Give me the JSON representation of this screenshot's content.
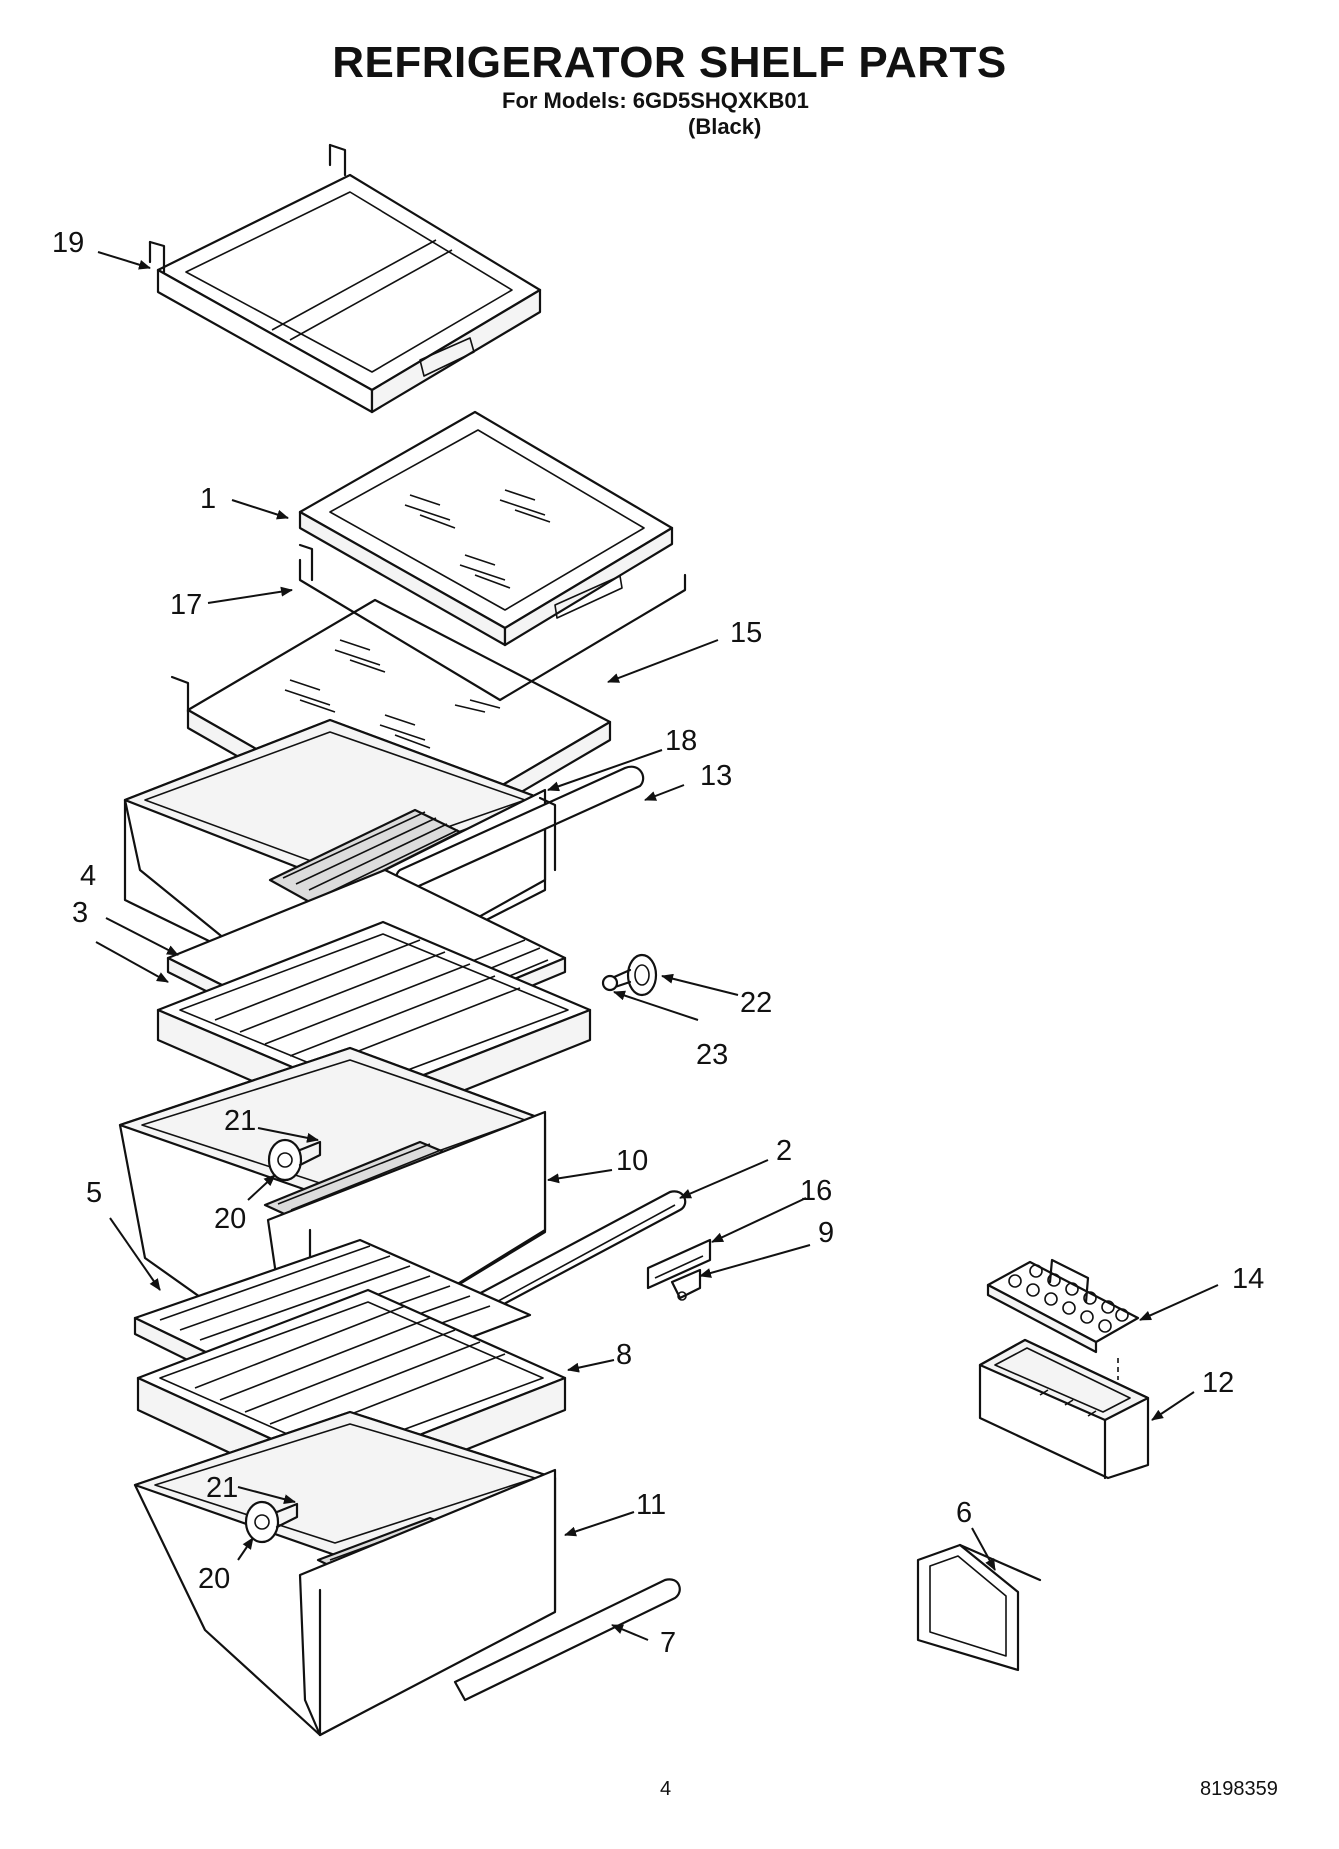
{
  "header": {
    "title": "REFRIGERATOR SHELF PARTS",
    "models_line": "For Models: 6GD5SHQXKB01",
    "color_line": "(Black)"
  },
  "footer": {
    "page_number": "4",
    "doc_number": "8198359"
  },
  "callouts": {
    "c19": "19",
    "c1": "1",
    "c17": "17",
    "c15": "15",
    "c18": "18",
    "c13": "13",
    "c4": "4",
    "c3": "3",
    "c22": "22",
    "c23": "23",
    "c21a": "21",
    "c20a": "20",
    "c10": "10",
    "c2": "2",
    "c16": "16",
    "c9": "9",
    "c5": "5",
    "c8": "8",
    "c14": "14",
    "c12": "12",
    "c21b": "21",
    "c20b": "20",
    "c11": "11",
    "c6": "6",
    "c7": "7"
  }
}
